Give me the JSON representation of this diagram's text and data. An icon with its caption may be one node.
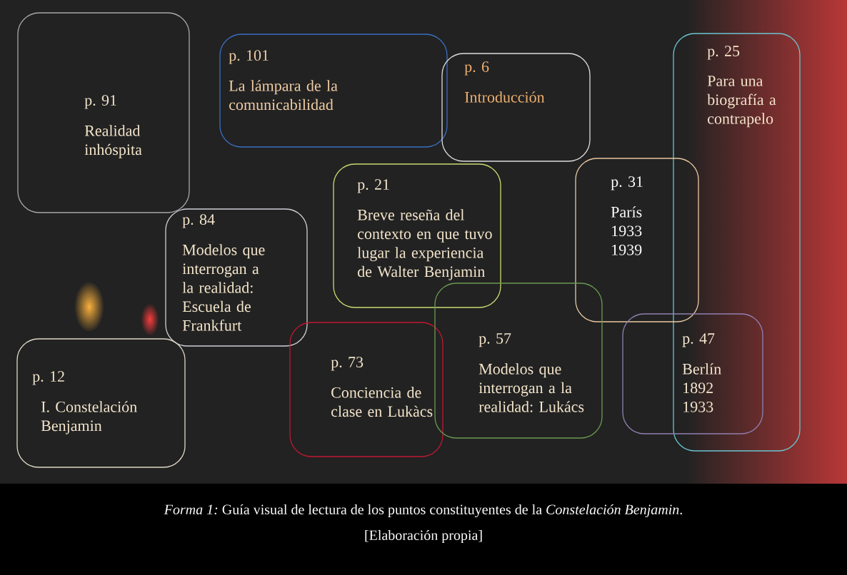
{
  "diagram": {
    "caption": "*Forma 1:* Guía visual de lectura de los puntos constituyentes de la *Constelación Benjamin*.",
    "nodes": [
      {
        "text": [
          "p. 91",
          "Realidad inhóspita"
        ]
      },
      {
        "text": [
          "p. 101",
          "La lámpara de la comunicabilidad"
        ]
      },
      {
        "text": [
          "p. 6",
          "Introducción"
        ]
      },
      {
        "text": [
          "p. 25",
          "Para una biografía a contrapelo"
        ]
      },
      {
        "text": [
          "p. 21",
          "Breve reseña del contexto en que tuvo lugar la experiencia de Walter Benjamin"
        ]
      },
      {
        "text": [
          "p. 31",
          "París 1933 1939"
        ]
      },
      {
        "text": [
          "p. 84",
          "Modelos que interrogan a la realidad: Escuela de Frankfurt"
        ]
      },
      {
        "text": [
          "p. 12",
          "I. Constelación Benjamin"
        ]
      },
      {
        "text": [
          "p. 73",
          "Conciencia de clase en Lukàcs"
        ]
      },
      {
        "text": [
          "p. 57",
          "Modelos que interrogan a la realidad: Lukács"
        ]
      },
      {
        "text": [
          "p. 47",
          "Berlín 1892 1933"
        ]
      }
    ],
    "labels": [
      "[Elaboración propia]"
    ]
  }
}
